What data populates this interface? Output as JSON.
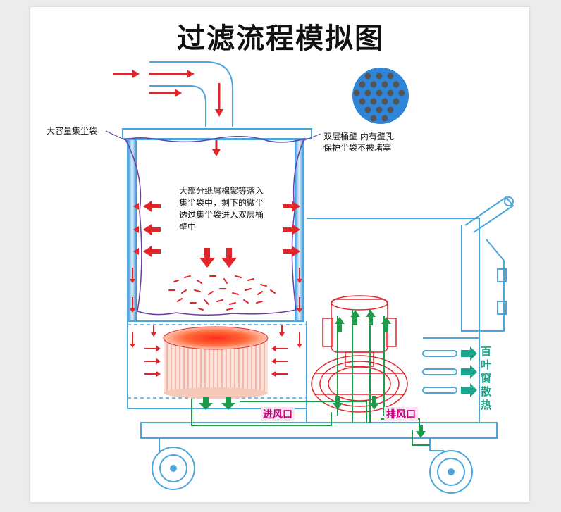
{
  "title": "过滤流程模拟图",
  "labels": {
    "large_bag": "大容量集尘袋",
    "double_wall_line1": "双层桶壁  内有壁孔",
    "double_wall_line2": "保护尘袋不被堵塞",
    "center_note": "大部分纸屑棉絮等落入集尘袋中，剩下的微尘透过集尘袋进入双层桶壁中",
    "inlet": "进风口",
    "exhaust": "排风口",
    "vent": "百叶窗散热"
  },
  "colors": {
    "arrow_red": "#e0262b",
    "arrow_green": "#1f9a4a",
    "outline_blue": "#4aa6dc",
    "bag_purple": "#6b3fa0",
    "vent_teal": "#1aa58c"
  }
}
